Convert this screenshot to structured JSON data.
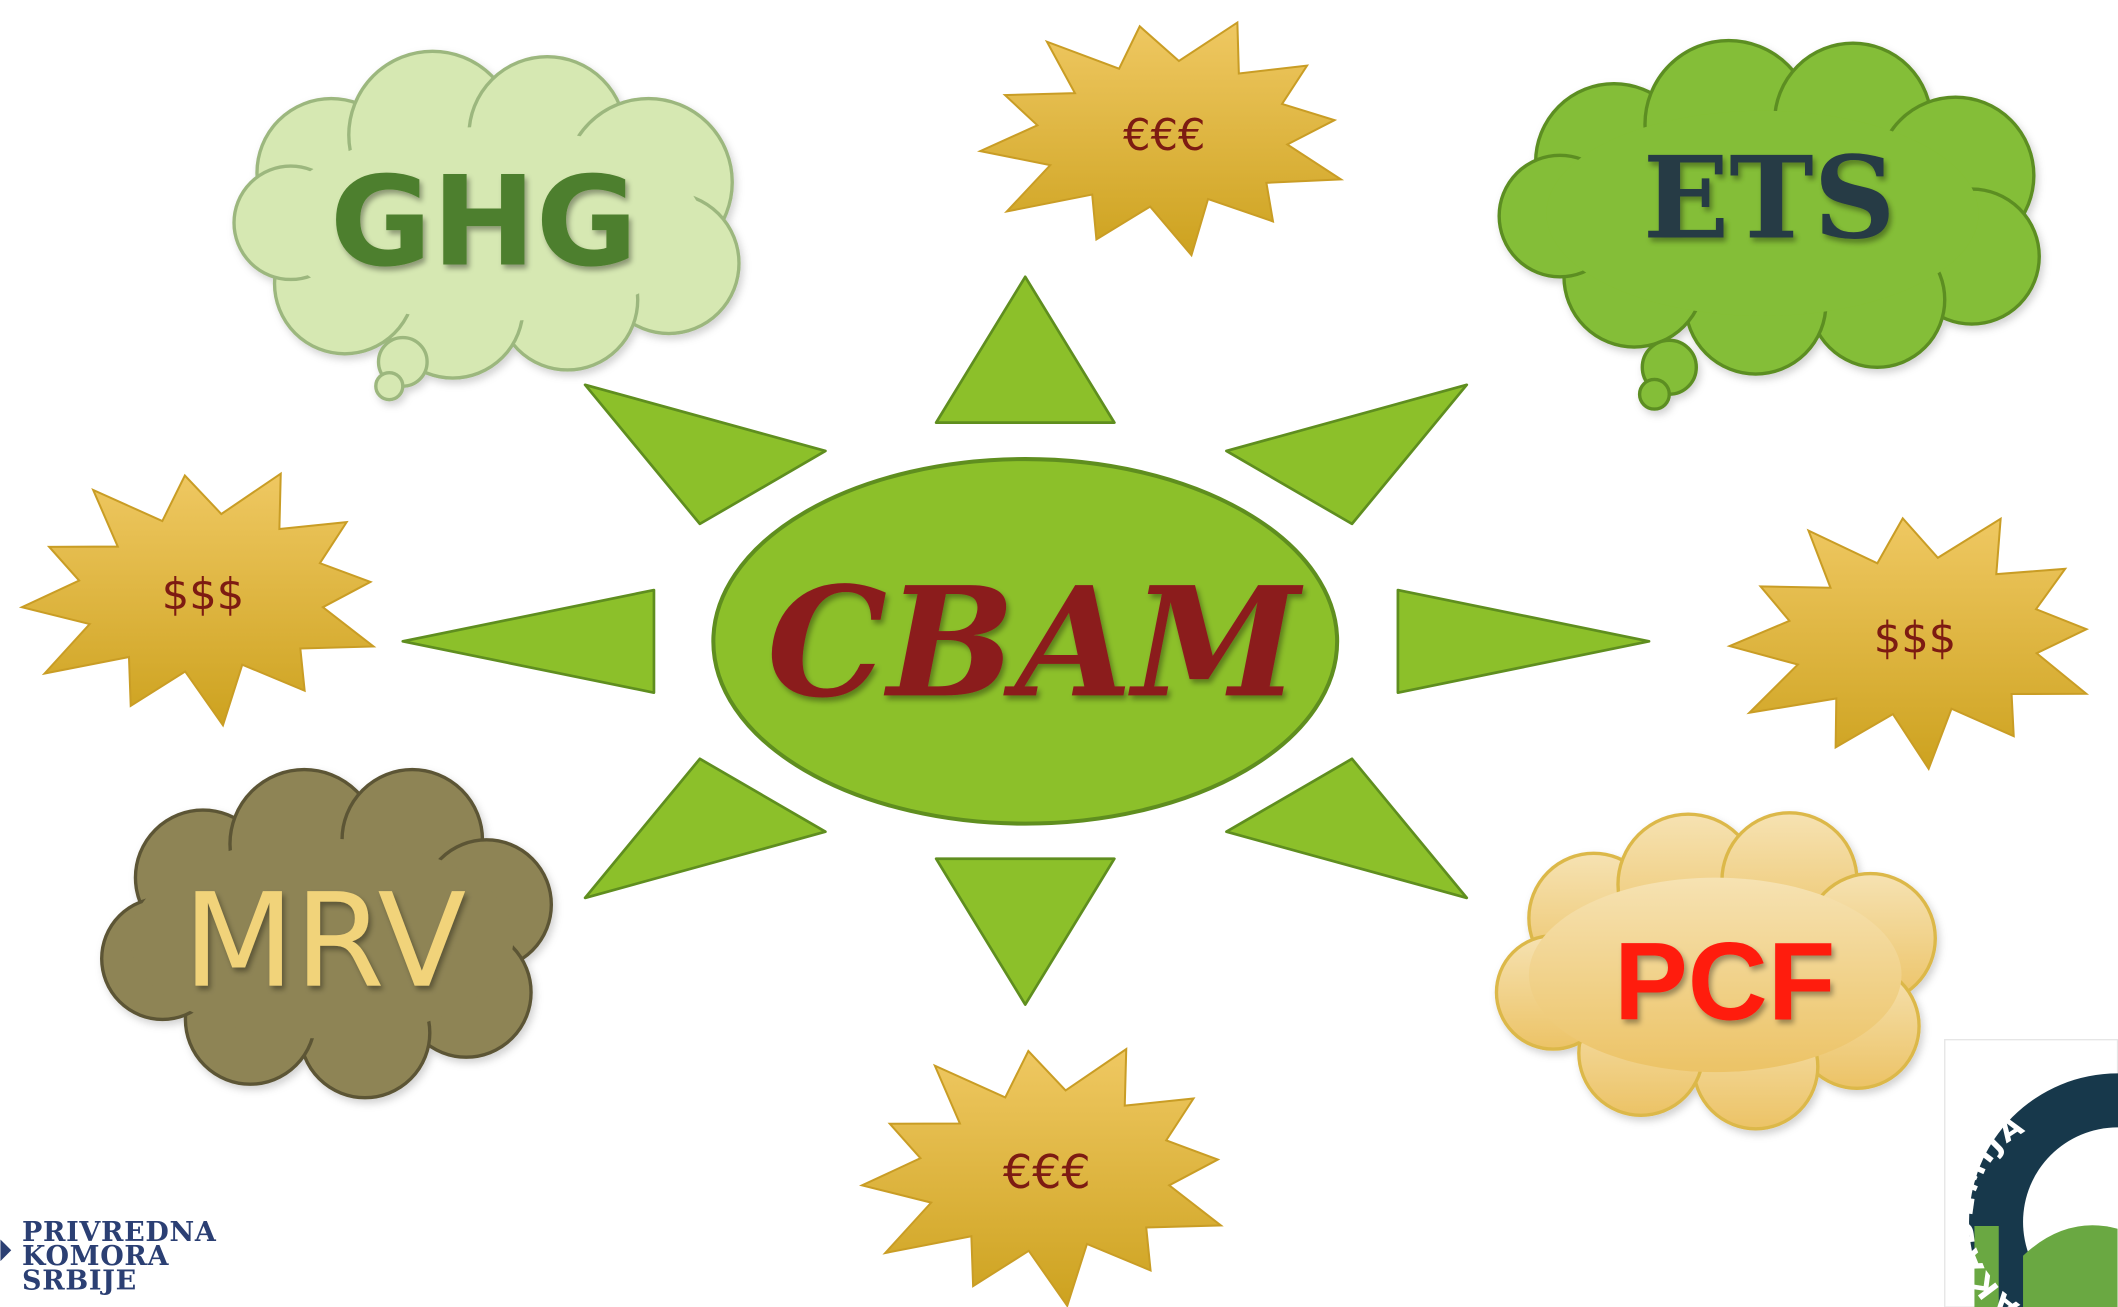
{
  "center": {
    "label": "CBAM"
  },
  "clouds": {
    "ghg": {
      "label": "GHG"
    },
    "ets": {
      "label": "ETS"
    },
    "mrv": {
      "label": "MRV"
    },
    "pcf": {
      "label": "PCF"
    }
  },
  "bursts": {
    "top_euro": {
      "label": "€€€"
    },
    "left_dollar": {
      "label": "$$$"
    },
    "right_dollar": {
      "label": "$$$"
    },
    "bottom_euro": {
      "label": "€€€"
    }
  },
  "logo_left": {
    "line1": "PRIVREDNA",
    "line2": "KOMORA",
    "line3": "SRBIJE"
  },
  "logo_right": {
    "text": "AKADEMIJA"
  },
  "colors": {
    "center_fill": "#8cc02a",
    "center_text": "#8b1d1d",
    "ray_fill": "#8cc02a",
    "ghg_fill": "#d6e8b2",
    "ghg_text": "#4e7f2d",
    "ets_fill": "#84be37",
    "ets_text": "#273b44",
    "mrv_fill": "#8e8455",
    "mrv_text": "#f1d37a",
    "pcf_fill": "#f1d18a",
    "pcf_text": "#ff1a0e",
    "burst_fill": "#d7ab33",
    "burst_text": "#7d1b12",
    "logo_text": "#2b3f73"
  }
}
